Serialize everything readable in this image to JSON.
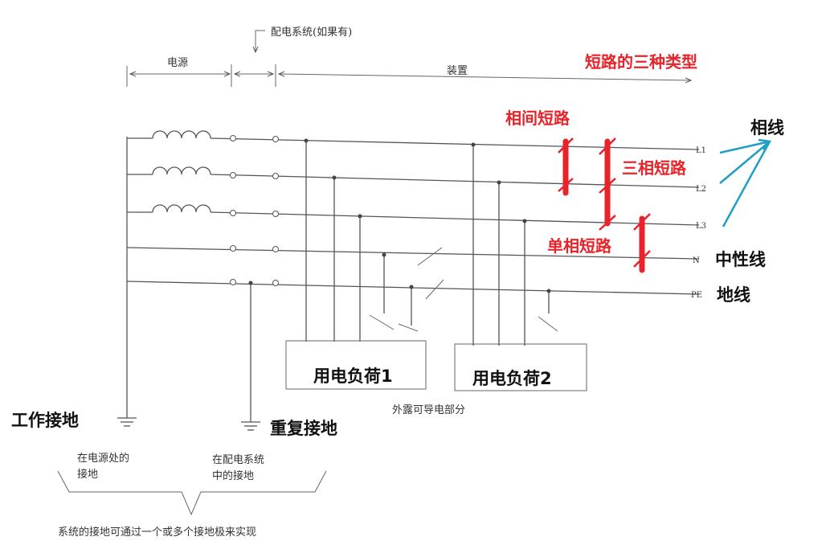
{
  "top": {
    "distribution_system": "配电系统(如果有)",
    "power_source": "电源",
    "device": "装置"
  },
  "title": "短路的三种类型",
  "faults": {
    "phase_to_phase": "相间短路",
    "three_phase": "三相短路",
    "single_phase": "单相短路"
  },
  "wires": {
    "L1": "L1",
    "L2": "L2",
    "L3": "L3",
    "N": "N",
    "PE": "PE"
  },
  "wire_names": {
    "phase": "相线",
    "neutral": "中性线",
    "ground": "地线"
  },
  "loads": {
    "load1": "用电负荷1",
    "load2": "用电负荷2",
    "exposed_parts": "外露可导电部分"
  },
  "earthing": {
    "working": "工作接地",
    "repeated": "重复接地",
    "at_source_line1": "在电源处的",
    "at_source_line2": "接地",
    "in_distribution_line1": "在配电系统",
    "in_distribution_line2": "中的接地",
    "footnote": "系统的接地可通过一个或多个接地极来实现"
  },
  "colors": {
    "accent_red": "#e8232a",
    "teal": "#1f9fc3"
  }
}
